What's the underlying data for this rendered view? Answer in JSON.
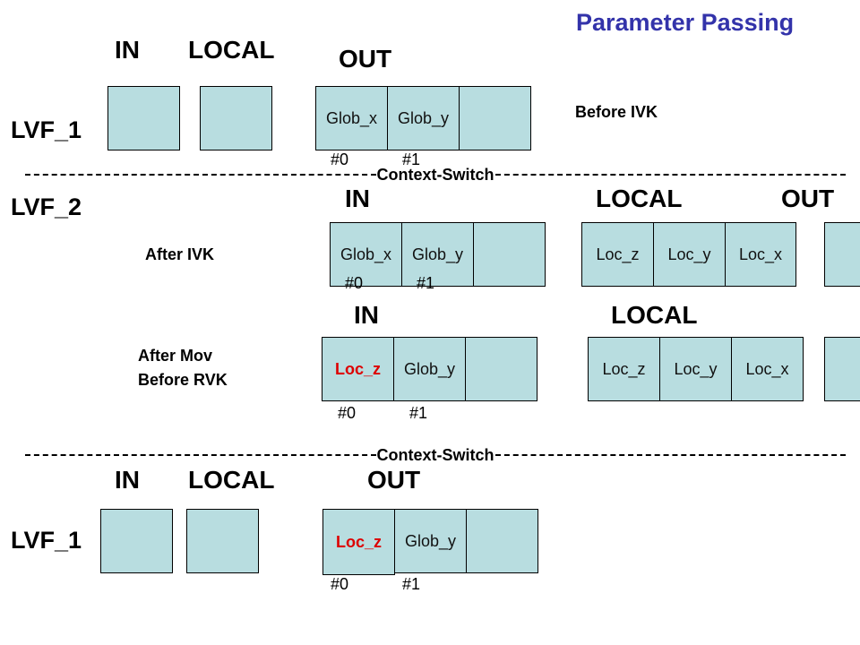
{
  "title": "Parameter Passing",
  "headers": {
    "in": "IN",
    "local": "LOCAL",
    "out": "OUT"
  },
  "frames": {
    "lvf1": "LVF_1",
    "lvf2": "LVF_2"
  },
  "notes": {
    "before_ivk": "Before IVK",
    "after_ivk": "After IVK",
    "after_mov": "After Mov",
    "before_rvk": "Before RVK"
  },
  "divider_label": "Context-Switch",
  "cells": {
    "glob_x": "Glob_x",
    "glob_y": "Glob_y",
    "loc_x": "Loc_x",
    "loc_y": "Loc_y",
    "loc_z": "Loc_z"
  },
  "indices": {
    "i0": "#0",
    "i1": "#1"
  },
  "colors": {
    "box_fill": "#b8dde0",
    "title": "#3333aa",
    "highlight": "#dd0000"
  }
}
